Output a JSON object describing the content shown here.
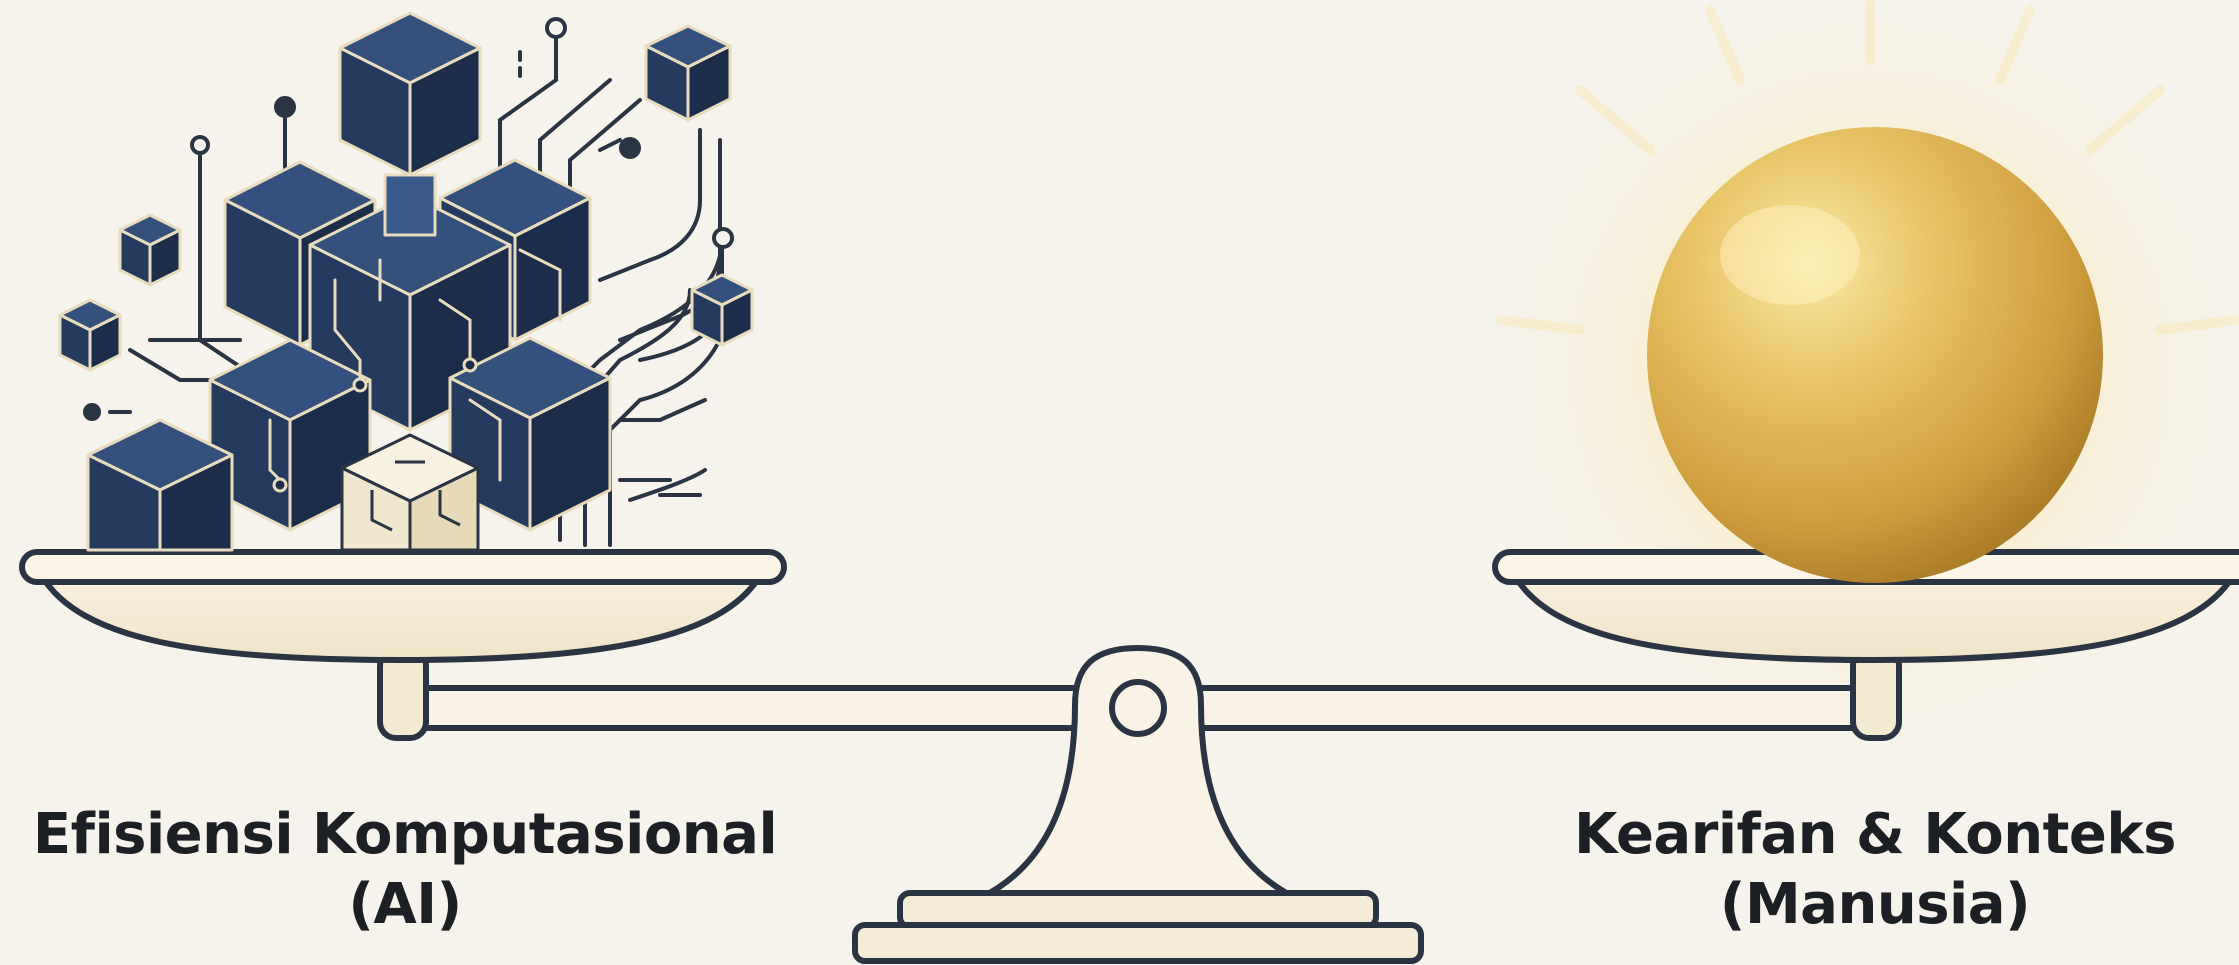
{
  "left_label": {
    "line1": "Efisiensi Komputasional",
    "line2": "(AI)"
  },
  "right_label": {
    "line1": "Kearifan & Konteks",
    "line2": "(Manusia)"
  },
  "colors": {
    "background": "#f5f3ec",
    "outline": "#2a3442",
    "cube_front": "#243a5e",
    "cube_side": "#1b2d4b",
    "cube_top": "#34507c",
    "sphere_light": "#f4dc86",
    "sphere_mid": "#ddb24c",
    "sphere_dark": "#b88a2c",
    "glow": "#fde8a8",
    "text": "#1c1f24"
  },
  "icons": [
    "cube-cluster-icon",
    "circuit-lines-icon",
    "golden-sphere-icon",
    "balance-scale-icon"
  ]
}
